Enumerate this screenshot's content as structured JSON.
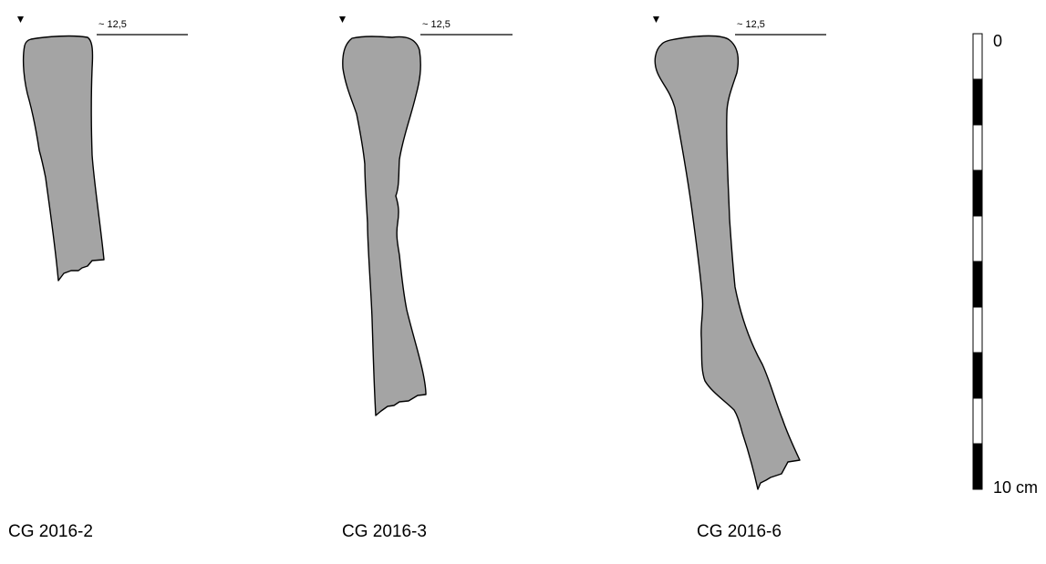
{
  "profiles": [
    {
      "id": "sherd-1",
      "label": "CG 2016-2",
      "diameter_label": "~ 12,5"
    },
    {
      "id": "sherd-2",
      "label": "CG 2016-3",
      "diameter_label": "~ 12,5"
    },
    {
      "id": "sherd-3",
      "label": "CG 2016-6",
      "diameter_label": "~ 12,5"
    }
  ],
  "scale_bar": {
    "top_label": "0",
    "bottom_label": "10 cm",
    "segments": 10,
    "colors": [
      "#ffffff",
      "#000000"
    ]
  },
  "colors": {
    "profile_fill": "#a4a4a4",
    "outline": "#000000",
    "background": "#ffffff"
  }
}
